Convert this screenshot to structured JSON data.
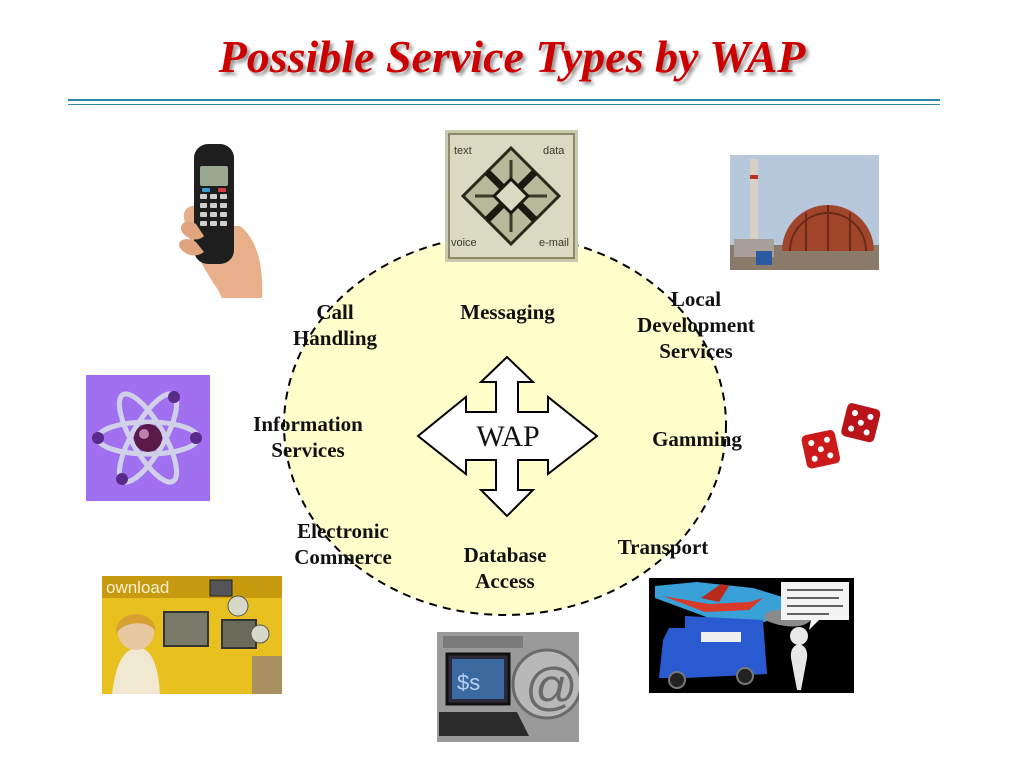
{
  "slide": {
    "title": "Possible Service Types by WAP"
  },
  "hub": {
    "label": "WAP"
  },
  "services": [
    {
      "id": "call-handling",
      "label": "Call\nHandling"
    },
    {
      "id": "messaging",
      "label": "Messaging"
    },
    {
      "id": "local-development-services",
      "label": "Local\nDevelopment\nServices"
    },
    {
      "id": "information-services",
      "label": "Information\nServices"
    },
    {
      "id": "gamming",
      "label": "Gamming"
    },
    {
      "id": "electronic-commerce",
      "label": "Electronic\nCommerce"
    },
    {
      "id": "database-access",
      "label": "Database\nAccess"
    },
    {
      "id": "transport",
      "label": "Transport"
    }
  ],
  "images": {
    "messaging_tile": {
      "labels": [
        "text",
        "data",
        "voice",
        "e-mail"
      ]
    },
    "ecommerce_banner": {
      "text": "ownload"
    },
    "database_laptop": {
      "text": "$s"
    }
  },
  "colors": {
    "title": "#cc0000",
    "rule": "#2a8aa8",
    "circle_fill": "#ffffcc",
    "atom_bg": "#a070f0",
    "dice": "#cc1a1a"
  }
}
